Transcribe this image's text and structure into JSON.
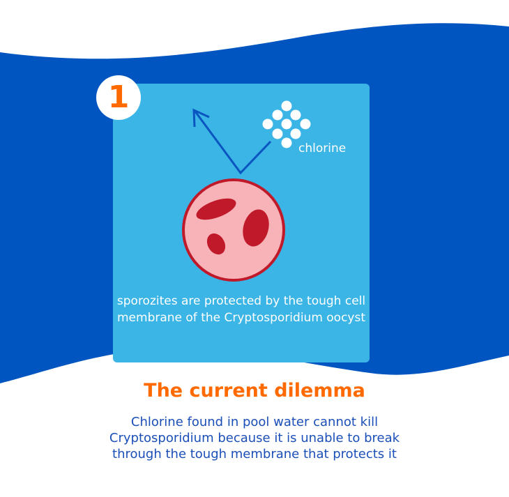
{
  "step_number": "1",
  "chlorine_label": "chlorine",
  "caption": "sporozites are protected by the tough cell membrane of the Cryptosporidium oocyst",
  "heading": "The current dilemma",
  "body": "Chlorine found in pool water cannot kill Cryptosporidium because it is unable to break through the tough membrane that protects it",
  "colors": {
    "wave": "#0055C0",
    "card": "#3BB4E6",
    "accent": "#FF6A00",
    "cell_fill": "#F7B3B8",
    "cell_stroke": "#C01A2A"
  }
}
